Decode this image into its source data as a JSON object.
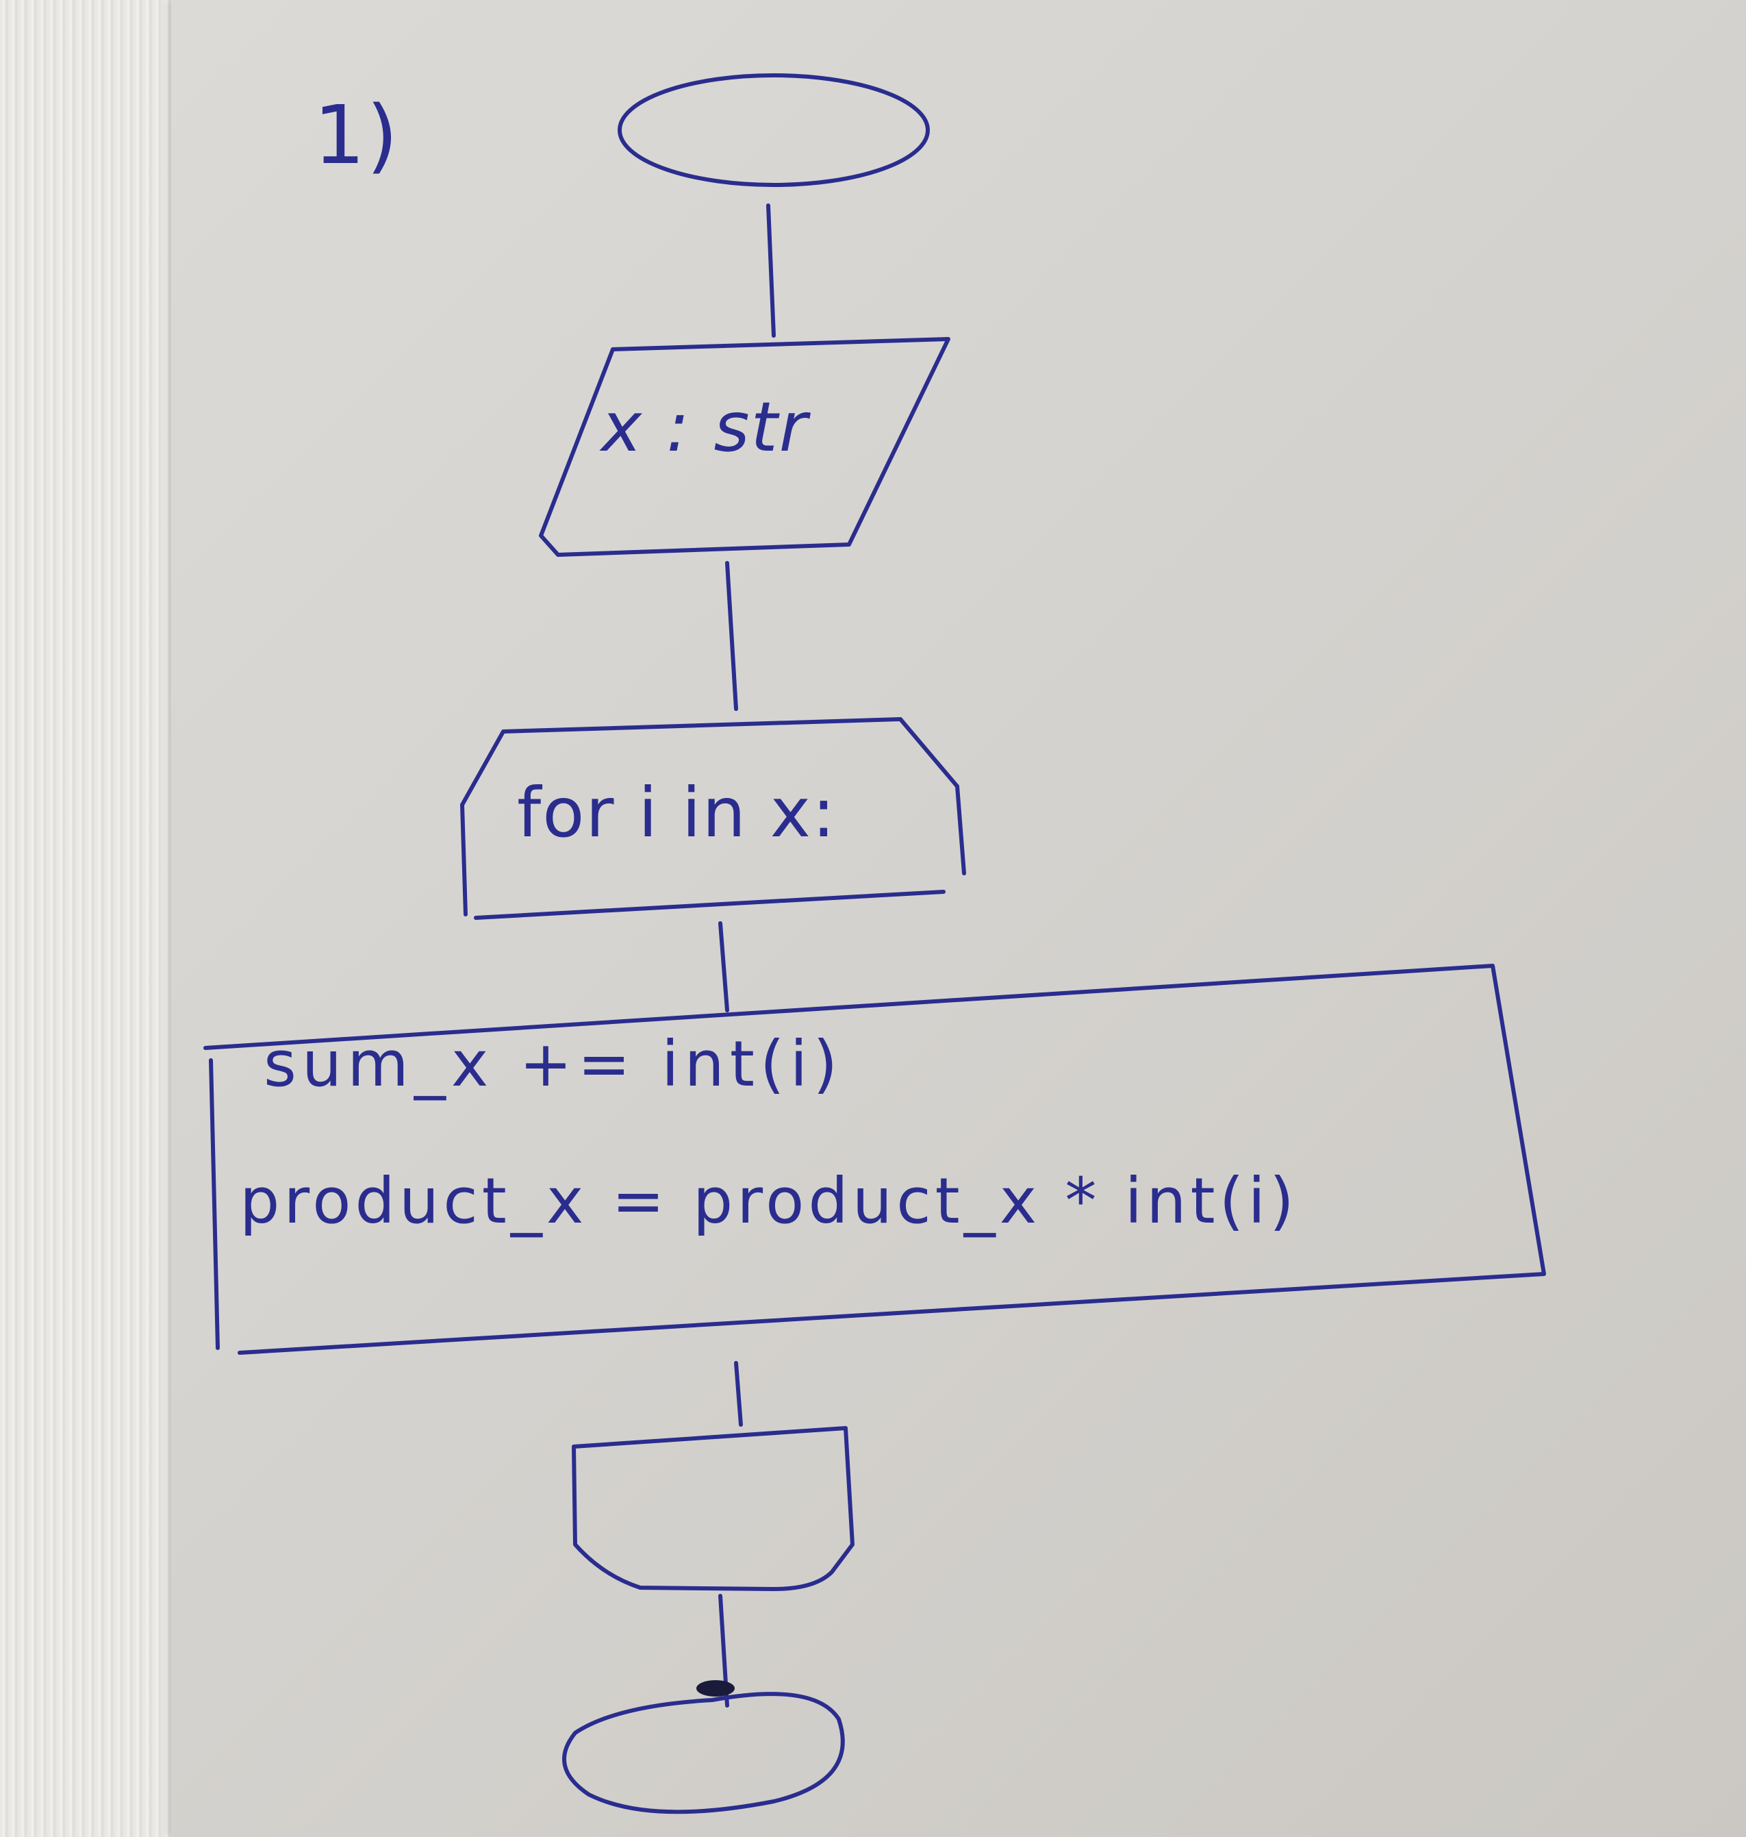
{
  "problem_number": "1)",
  "flowchart": {
    "start": {
      "shape": "terminator-ellipse",
      "label": ""
    },
    "input": {
      "shape": "parallelogram",
      "label": "x : str"
    },
    "loop": {
      "shape": "loop-hexagon",
      "label": "for i in x:"
    },
    "process": {
      "shape": "rectangle",
      "lines": [
        "sum_x += int(i)",
        "product_x = product_x * int(i)"
      ]
    },
    "output": {
      "shape": "off-page-connector",
      "label": ""
    },
    "end": {
      "shape": "terminator-ellipse",
      "label": ""
    }
  },
  "ink_color": "#2a2d8e"
}
